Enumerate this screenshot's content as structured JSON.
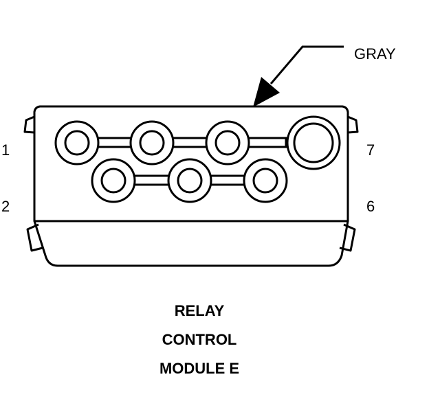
{
  "connector": {
    "wire_color_label": "GRAY",
    "pin_labels": {
      "top_left": "1",
      "bottom_left": "2",
      "top_right": "7",
      "bottom_right": "6"
    },
    "title_lines": [
      "RELAY",
      "CONTROL",
      "MODULE E"
    ]
  }
}
